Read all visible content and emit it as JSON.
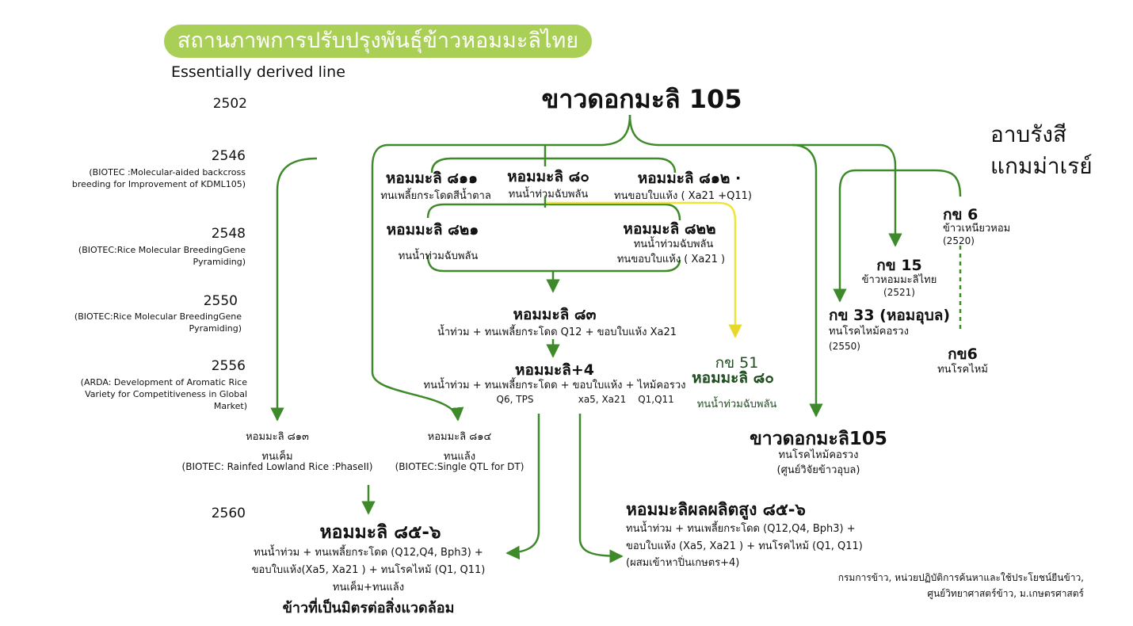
{
  "title": "สถานภาพการปรับปรุงพันธุ์ข้าวหอมมะลิไทย",
  "subtitle": "Essentially derived line",
  "root": "ขาวดอกมะลิ 105",
  "side_title": [
    "อาบรังสี",
    "แกมม่าเรย์"
  ],
  "years": [
    {
      "year": "2502",
      "note": ""
    },
    {
      "year": "2546",
      "note": "(BIOTEC :Molecular-aided backcross breeding for Improvement of KDML105)"
    },
    {
      "year": "2548",
      "note": "(BIOTEC:Rice Molecular BreedingGene Pyramiding)"
    },
    {
      "year": "2550",
      "note": "(BIOTEC:Rice Molecular BreedingGene Pyramiding)"
    },
    {
      "year": "2556",
      "note": "(ARDA: Development of Aromatic Rice Variety for Competitiveness in Global Market)"
    },
    {
      "year": "2560",
      "note": ""
    }
  ],
  "nodes": {
    "hm811": {
      "name": "หอมมะลิ ๘๑๑",
      "desc": "ทนเพลี้ยกระโดดสีน้ำตาล"
    },
    "hm80": {
      "name": "หอมมะลิ ๘๐",
      "desc": "ทนน้ำท่วมฉับพลัน"
    },
    "hm812": {
      "name": "หอมมะลิ ๘๑๒ ·",
      "desc": "ทนขอบใบแห้ง ( Xa21 +Q11)"
    },
    "hm821": {
      "name": "หอมมะลิ ๘๒๑",
      "desc": "ทนน้ำท่วมฉับพลัน"
    },
    "hm822": {
      "name": "หอมมะลิ ๘๒๒",
      "desc1": "ทนน้ำท่วมฉับพลัน",
      "desc2": "ทนขอบใบแห้ง ( Xa21 )"
    },
    "hm83": {
      "name": "หอมมะลิ ๘๓",
      "desc": "น้ำท่วม + ทนเพลี้ยกระโดด Q12 + ขอบใบแห้ง Xa21"
    },
    "hm4": {
      "name": "หอมมะลิ+4",
      "desc": "ทนน้ำท่วม + ทนเพลี้ยกระโดด + ขอบใบแห้ง + ไหม้คอรวง",
      "g1": "Q6, TPS",
      "g2": "xa5, Xa21",
      "g3": "Q1,Q11"
    },
    "rd51": {
      "name1": "กข 51",
      "name2": "หอมมะลิ ๘๐",
      "desc": "ทนน้ำท่วมฉับพลัน"
    },
    "kdml": {
      "name": "ขาวดอกมะลิ105",
      "desc1": "ทนโรคไหม้คอรวง",
      "desc2": "(ศูนย์วิจัยข้าวอุบล)"
    },
    "rd6": {
      "name": "กข 6",
      "desc": "ข้าวเหนียวหอม",
      "year": "(2520)"
    },
    "rd15": {
      "name": "กข 15",
      "desc": "ข้าวหอมมะลิไทย",
      "year": "(2521)"
    },
    "rd33": {
      "name": "กข 33 (หอมอุบล)",
      "desc": "ทนโรคไหม้คอรวง",
      "year": "(2550)"
    },
    "rd6b": {
      "name": "กข6",
      "desc": "ทนโรคไหม้"
    },
    "hm813": {
      "name": "หอมมะลิ ๘๑๓",
      "desc": "ทนเค็ม",
      "note": "(BIOTEC: Rainfed Lowland Rice :PhaseII)"
    },
    "hm814": {
      "name": "หอมมะลิ ๘๑๔",
      "desc": "ทนแล้ง",
      "note": "(BIOTEC:Single QTL for DT)"
    },
    "hm856a": {
      "name": "หอมมะลิ ๘๕-๖",
      "l1": "ทนน้ำท่วม + ทนเพลี้ยกระโดด (Q12,Q4, Bph3) +",
      "l2": "ขอบใบแห้ง(Xa5, Xa21 ) + ทนโรคไหม้ (Q1, Q11)",
      "l3": "ทนเค็ม+ทนแล้ง",
      "l4": "ข้าวที่เป็นมิตรต่อสิ่งแวดล้อม"
    },
    "hm856b": {
      "name": "หอมมะลิผลผลิตสูง ๘๕-๖",
      "l1": "ทนน้ำท่วม + ทนเพลี้ยกระโดด (Q12,Q4, Bph3) +",
      "l2": "ขอบใบแห้ง (Xa5, Xa21 ) + ทนโรคไหม้ (Q1, Q11)",
      "l3": "(ผสมเข้าหาปิ่นเกษตร+4)"
    }
  },
  "credit": [
    "กรมการข้าว, หน่วยปฏิบัติการค้นหาและใช้ประโยชน์ยีนข้าว,",
    "ศูนย์วิทยาศาสตร์ข้าว, ม.เกษตรศาสตร์"
  ],
  "colors": {
    "pill": "#a9cf56",
    "arrow": "#3e8a2a",
    "yellow_arrow": "#f0e43a",
    "dark_green_text": "#1f4d1f"
  }
}
